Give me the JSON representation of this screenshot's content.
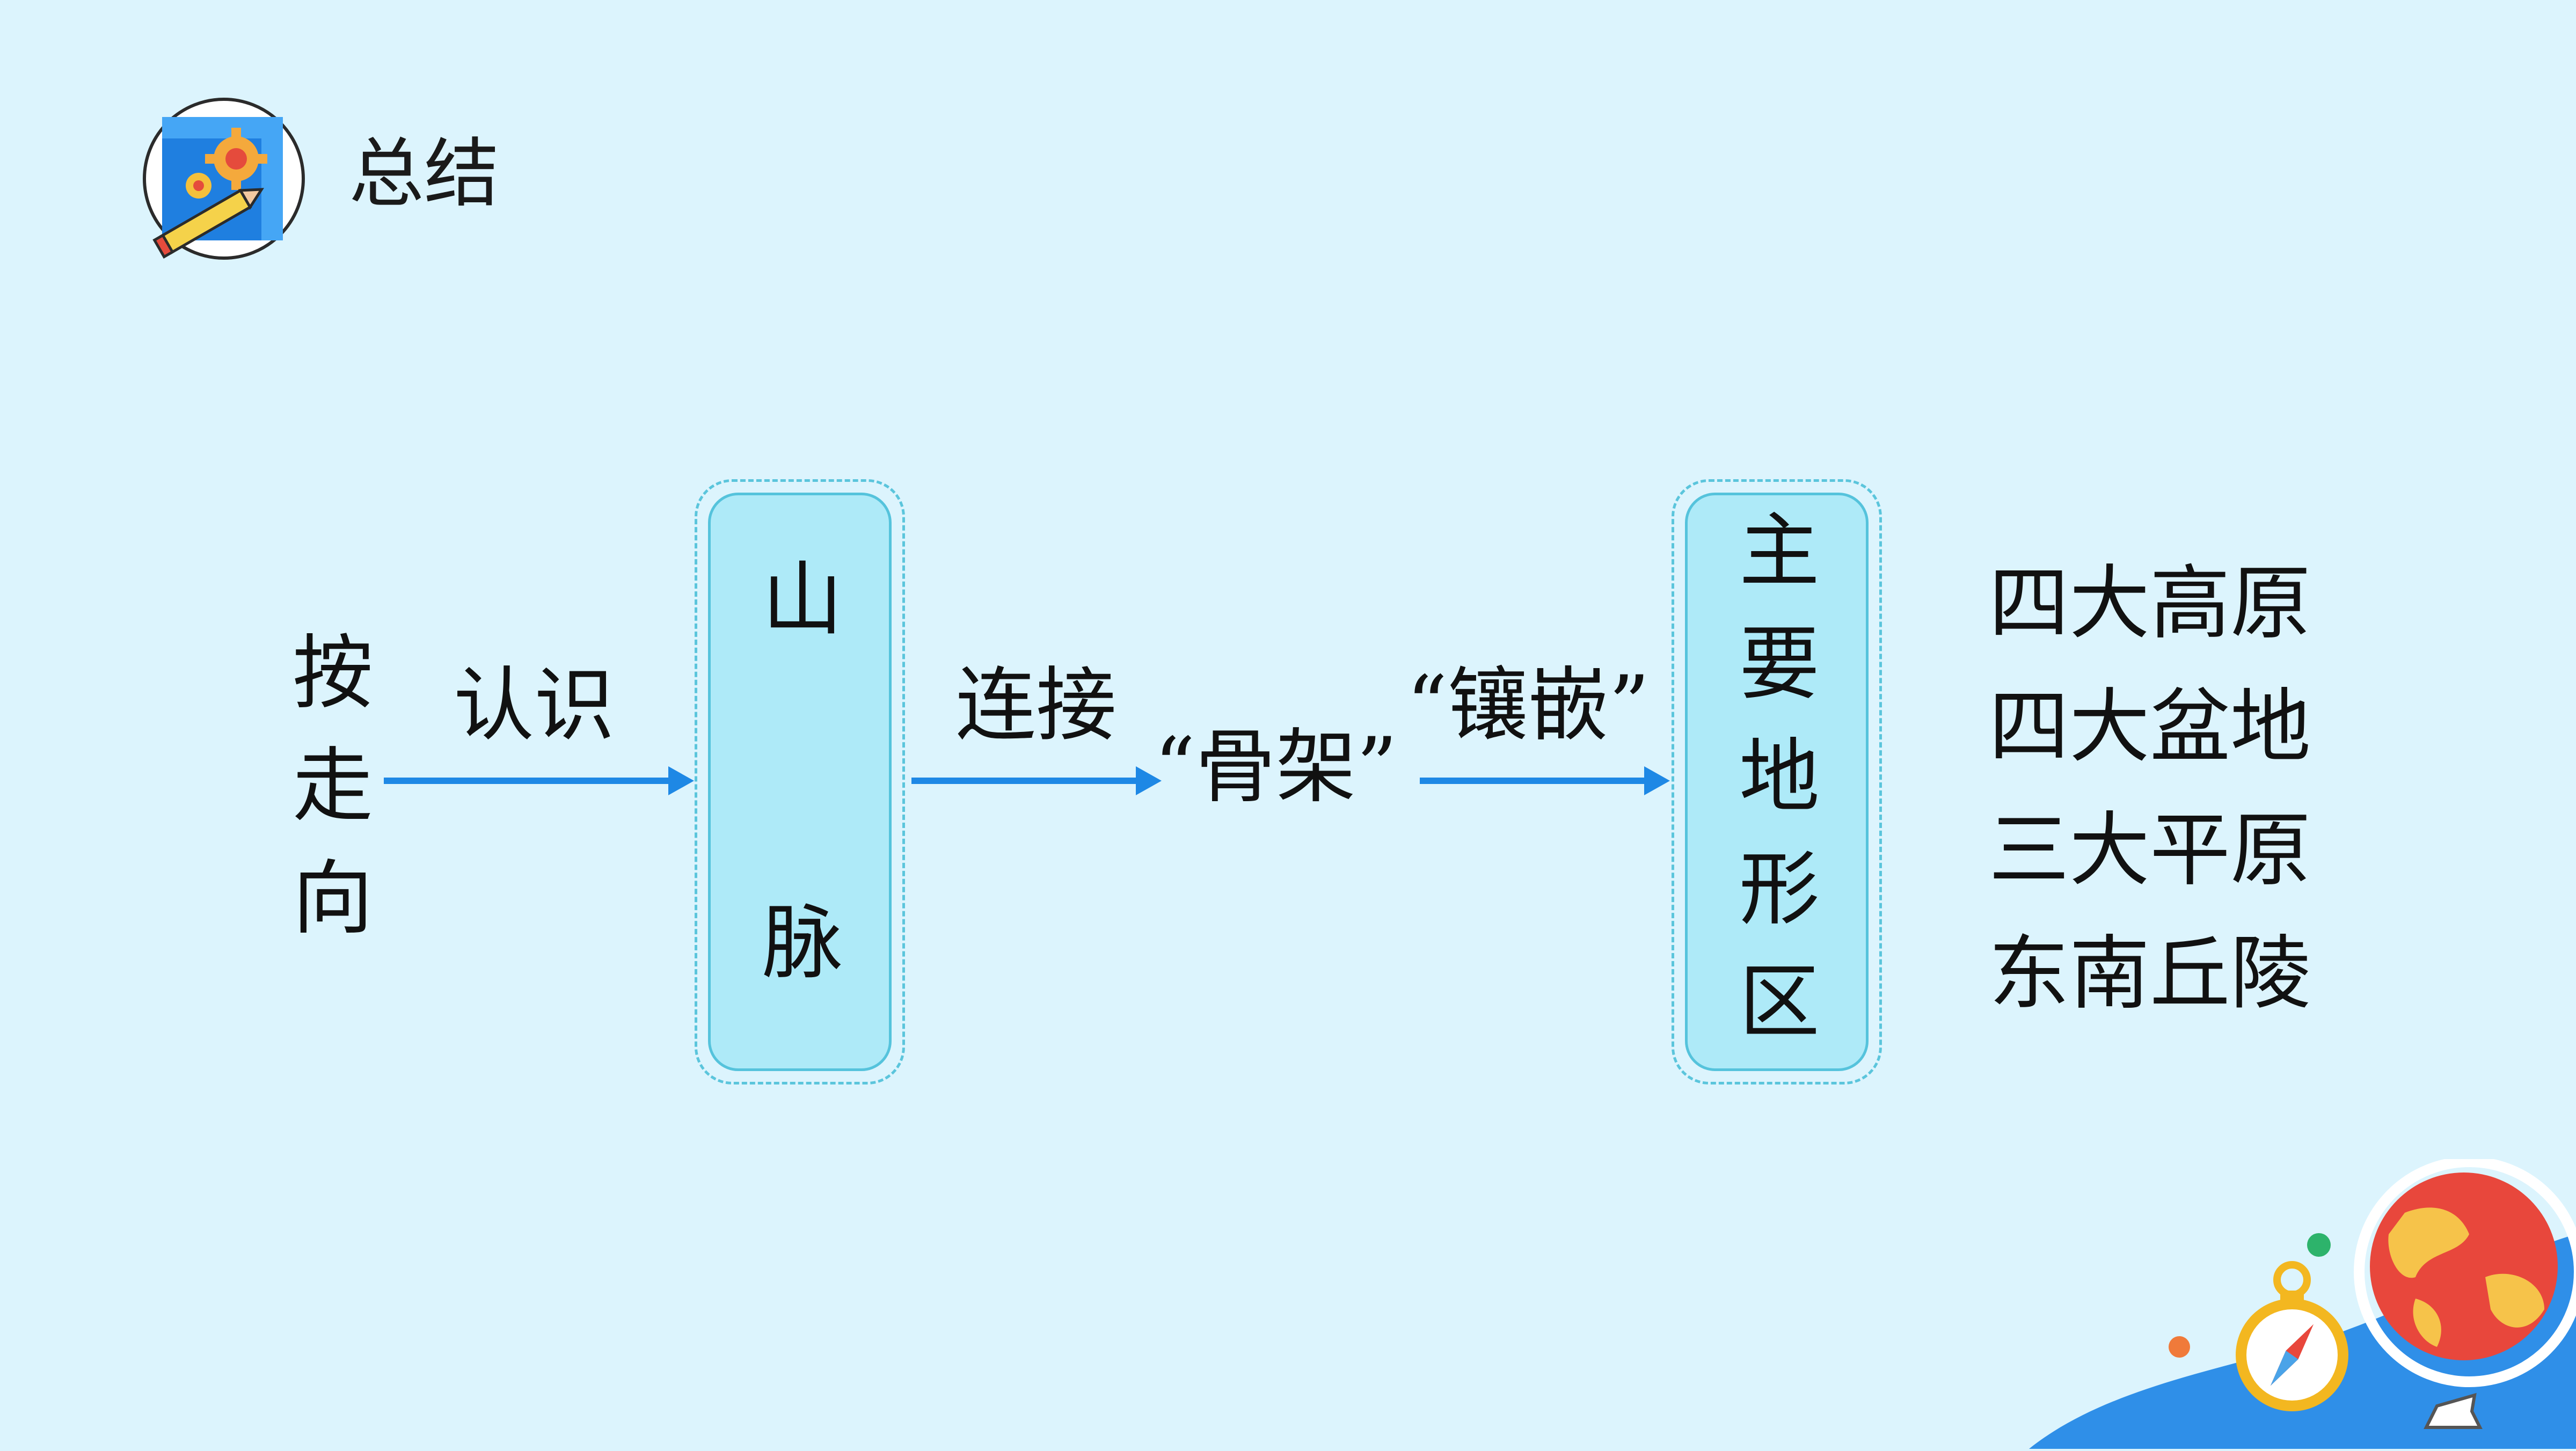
{
  "header": {
    "title": "总结"
  },
  "diagram": {
    "start_label": [
      "按",
      "走",
      "向"
    ],
    "arrow1_label": "认识",
    "box1": [
      "山",
      "脉"
    ],
    "arrow2_label": "连接",
    "middle_label": "“骨架”",
    "arrow3_label": "“镶嵌”",
    "box2": [
      "主",
      "要",
      "地",
      "形",
      "区"
    ],
    "list": [
      "四大高原",
      "四大盆地",
      "三大平原",
      "东南丘陵"
    ]
  },
  "colors": {
    "background": "#dcf4fd",
    "arrow": "#1e88e5",
    "box_fill": "#aeeaf8",
    "box_border": "#55c3dc"
  }
}
